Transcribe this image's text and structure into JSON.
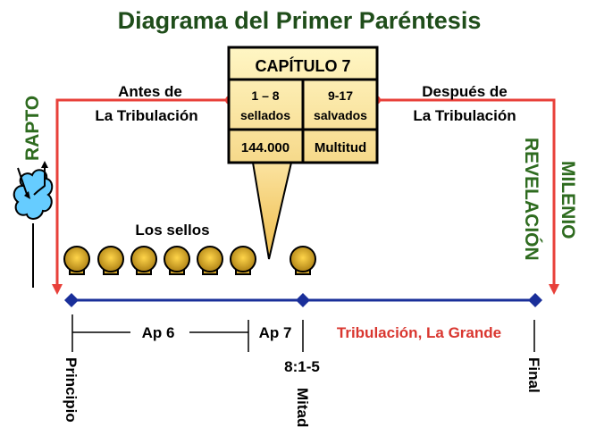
{
  "title": "Diagrama del Primer Paréntesis",
  "chapter_box": {
    "header": "CAPÍTULO 7",
    "left_line1": "1 – 8",
    "left_line2": "sellados",
    "right_line1": "9-17",
    "right_line2": "salvados",
    "left_bottom": "144.000",
    "right_bottom": "Multitud"
  },
  "before_label": {
    "line1": "Antes de",
    "line2": "La Tribulación"
  },
  "after_label": {
    "line1": "Después de",
    "line2": "La Tribulación"
  },
  "rapture_label": "RAPTO",
  "revelation_label": "REVELACIÓN",
  "millennium_label": "MILENIO",
  "seals_label": "Los sellos",
  "timeline": {
    "ap6": "Ap 6",
    "ap7": "Ap 7",
    "great_tribulation": "Tribulación, La Grande",
    "start": "Principio",
    "middle_ref": "8:1-5",
    "middle": "Mitad",
    "end": "Final"
  },
  "colors": {
    "title_green": "#1f4d1a",
    "label_green": "#2e6b1f",
    "red": "#e8403a",
    "blue": "#1a2f9a",
    "box_fill": "#fdf0b0",
    "cloud": "#66ccff",
    "seal": "#d9a92a"
  }
}
